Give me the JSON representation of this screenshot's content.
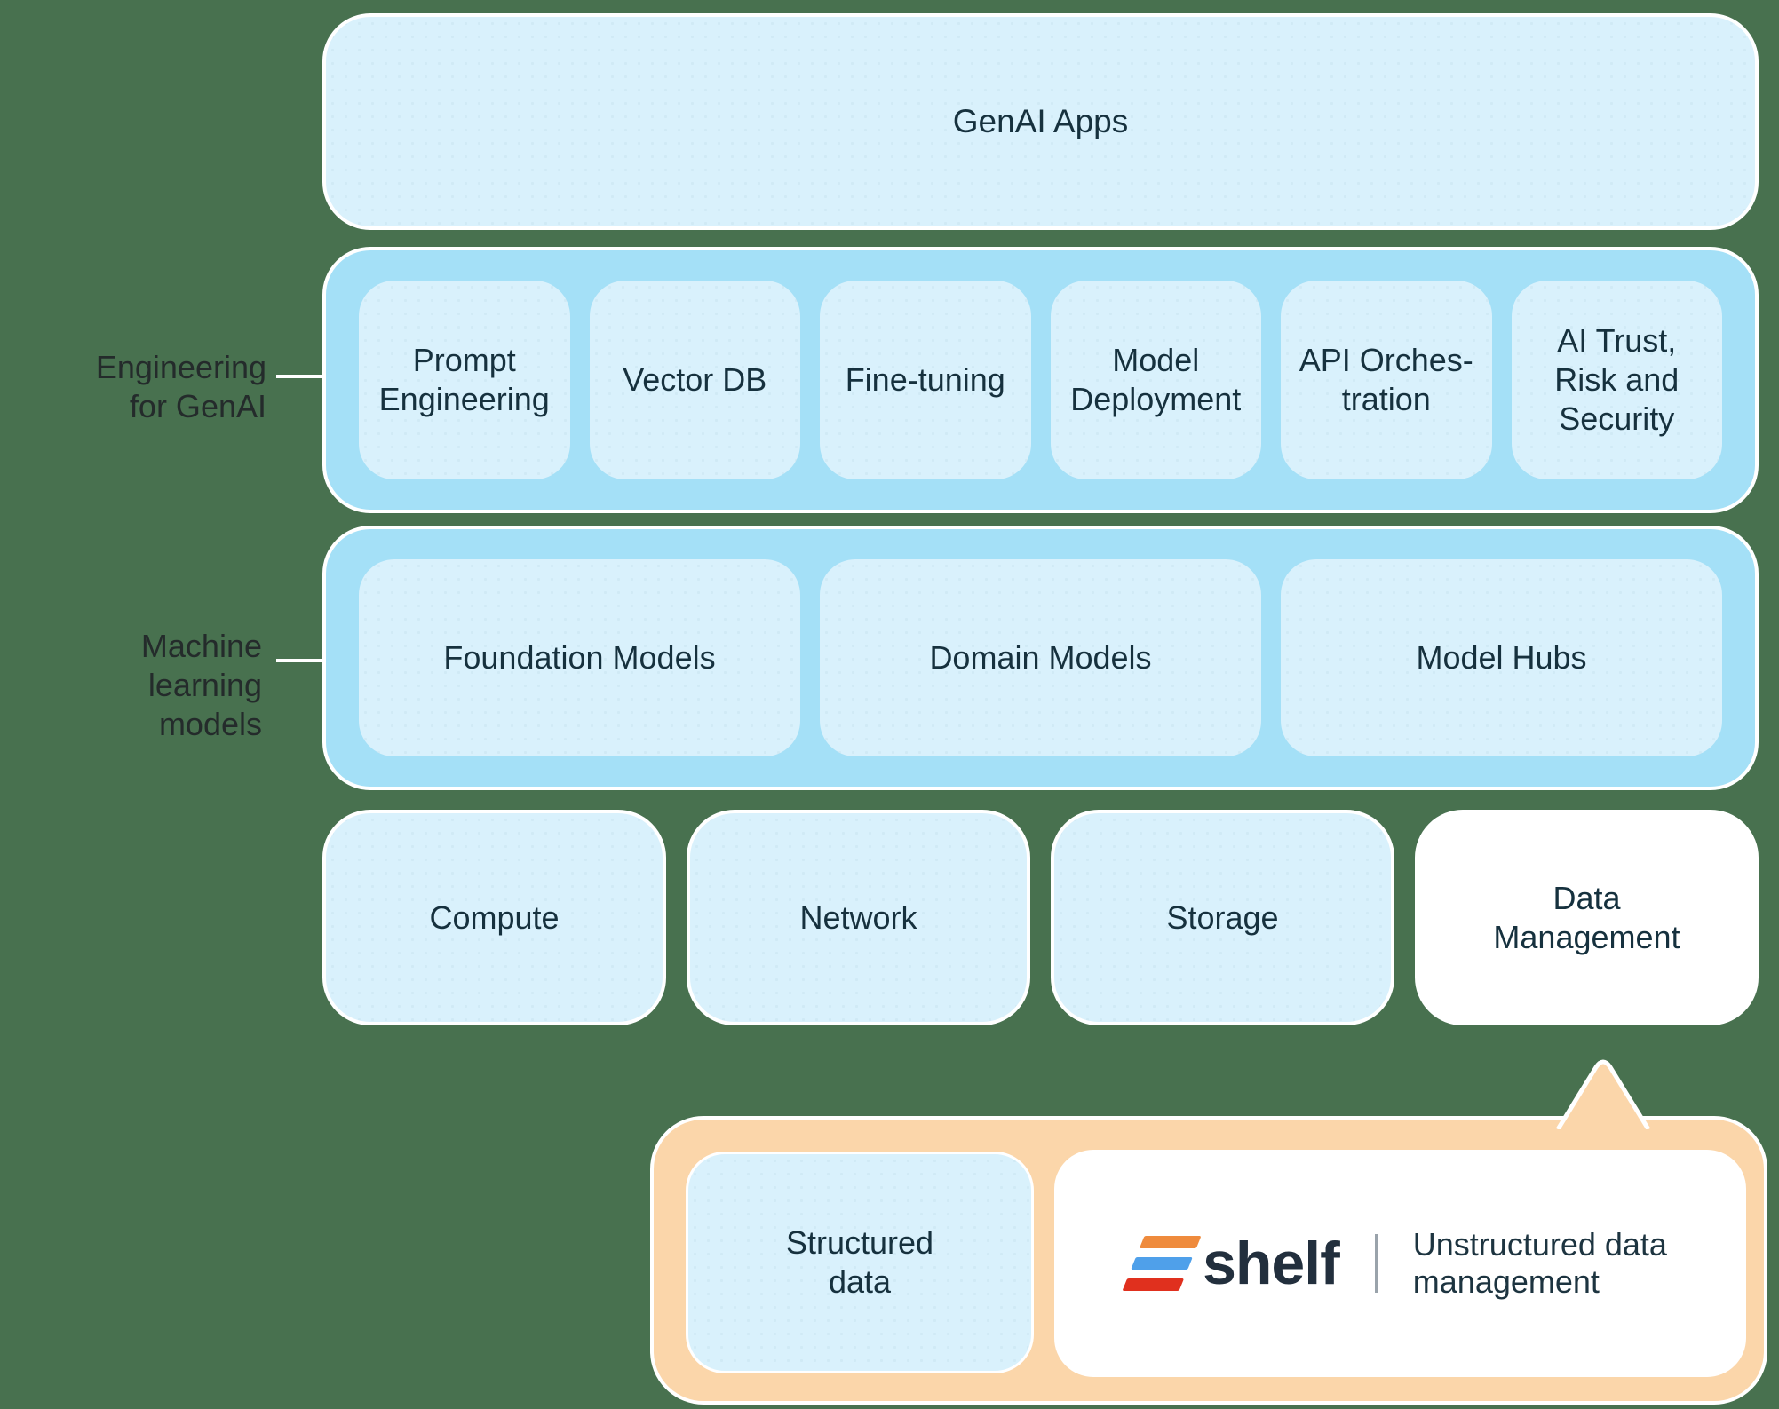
{
  "canvas": {
    "background_color": "#48714F"
  },
  "palette": {
    "light_blue_box": "#D9F1FC",
    "medium_blue_container": "#A4E0F7",
    "white_box": "#FFFFFF",
    "callout_peach": "#FBD6AA",
    "box_text_dark": "#16313E",
    "side_label_dark": "#242B2B",
    "logo_bar_orange": "#EF8B3D",
    "logo_bar_blue": "#4FA0EA",
    "logo_bar_red": "#E0301E",
    "logo_wordmark_navy": "#222F3D"
  },
  "layers": {
    "genai_apps": {
      "label": "GenAI Apps"
    },
    "engineering": {
      "side_label": "Engineering\nfor GenAI",
      "boxes": [
        {
          "label": "Prompt\nEngineering"
        },
        {
          "label": "Vector DB"
        },
        {
          "label": "Fine-tuning"
        },
        {
          "label": "Model\nDeployment"
        },
        {
          "label": "API Orches-\ntration"
        },
        {
          "label": "AI Trust,\nRisk and\nSecurity"
        }
      ]
    },
    "ml_models": {
      "side_label": "Machine learning\nmodels",
      "boxes": [
        {
          "label": "Foundation Models"
        },
        {
          "label": "Domain Models"
        },
        {
          "label": "Model Hubs"
        }
      ]
    },
    "infrastructure": {
      "boxes": [
        {
          "label": "Compute"
        },
        {
          "label": "Network"
        },
        {
          "label": "Storage"
        },
        {
          "label": "Data\nManagement"
        }
      ]
    },
    "callout": {
      "structured_label": "Structured\ndata",
      "shelf": {
        "wordmark": "shelf",
        "tagline": "Unstructured data\nmanagement"
      }
    }
  }
}
